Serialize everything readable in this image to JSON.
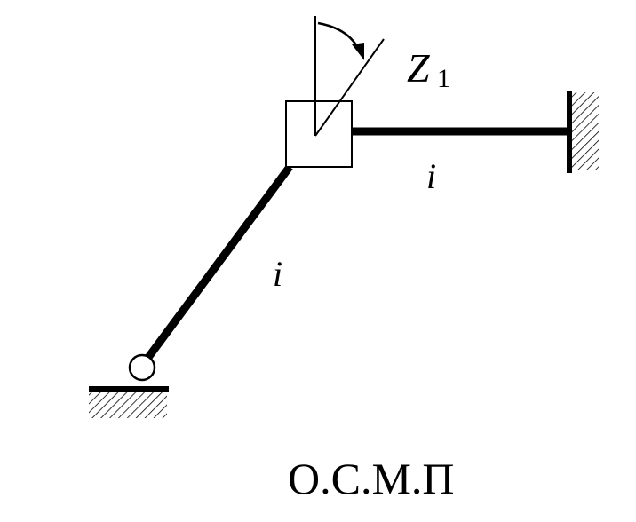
{
  "rotation_label": {
    "symbol": "Z",
    "subscript": "1"
  },
  "stiffness_labels": {
    "horizontal_beam": "i",
    "inclined_bar": "i"
  },
  "caption": "О.С.М.П",
  "colors": {
    "stroke": "#000000",
    "background": "#ffffff"
  }
}
